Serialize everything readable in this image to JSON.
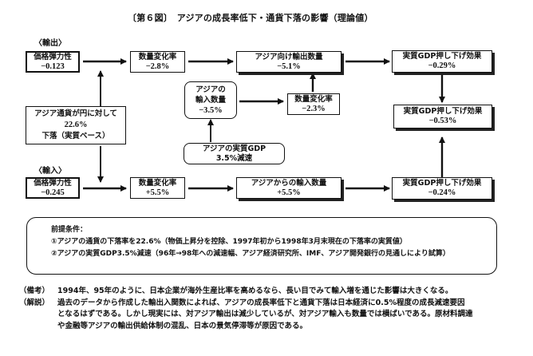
{
  "figure": {
    "title": "〔第６図〕　アジアの成長率低下・通貨下落の影響（理論値）"
  },
  "export_row": {
    "section_label": "〈輸出〉",
    "elasticity": {
      "label": "価格弾力性",
      "value": "−0.123"
    },
    "quantity_change": {
      "label": "数量変化率",
      "value": "−2.8%"
    },
    "export_volume": {
      "label": "アジア向け輸出数量",
      "value": "−5.1%"
    },
    "gdp_effect": {
      "label": "実質GDP押し下げ効果",
      "value": "−0.29%"
    }
  },
  "center": {
    "currency": {
      "line1": "アジア通貨が円に対して",
      "line2": "22.6%",
      "line3": "下落（実質ベース）"
    },
    "asia_imports": {
      "line1": "アジアの",
      "line2": "輸入数量",
      "value": "−3.5%"
    },
    "asia_quantity_change": {
      "label": "数量変化率",
      "value": "−2.3%"
    },
    "asia_gdp": {
      "line1": "アジアの実質GDP",
      "line2": "3.5%減速"
    },
    "total_gdp_effect": {
      "label": "実質GDP押し下げ効果",
      "value": "−0.53%"
    }
  },
  "import_row": {
    "section_label": "〈輸入〉",
    "elasticity": {
      "label": "価格弾力性",
      "value": "−0.245"
    },
    "quantity_change": {
      "label": "数量変化率",
      "value": "+5.5%"
    },
    "import_volume": {
      "label": "アジアからの輸入数量",
      "value": "+5.5%"
    },
    "gdp_effect": {
      "label": "実質GDP押し下げ効果",
      "value": "−0.24%"
    }
  },
  "premises": {
    "heading": "前提条件：",
    "items": [
      "①アジアの通貨の下落率を22.6%（物価上昇分を控除、1997年初から1998年3月末現在の下落率の実質値）",
      "②アジアの実質GDP3.5%減速（96年→98年への減速幅、アジア経済研究所、IMF、アジア開発銀行の見通しにより試算）"
    ]
  },
  "notes": {
    "remark_tag": "（備考）",
    "remark_text": "1994年、95年のように、日本企業が海外生産比率を高めるなら、長い目でみて輸入増を通じた影響は大きくなる。",
    "explanation_tag": "（解説）",
    "explanation_lines": [
      "過去のデータから作成した輸出入関数によれば、アジアの成長率低下と通貨下落は日本経済に0.5%程度の成長減速要因",
      "となるはずである。しかし現実には、対アジア輸出は減少しているが、対アジア輸入も数量では横ばいである。原材料調達",
      "や金融等アジアの輸出供給体制の混乱、日本の景気停滞等が原因である。"
    ]
  }
}
